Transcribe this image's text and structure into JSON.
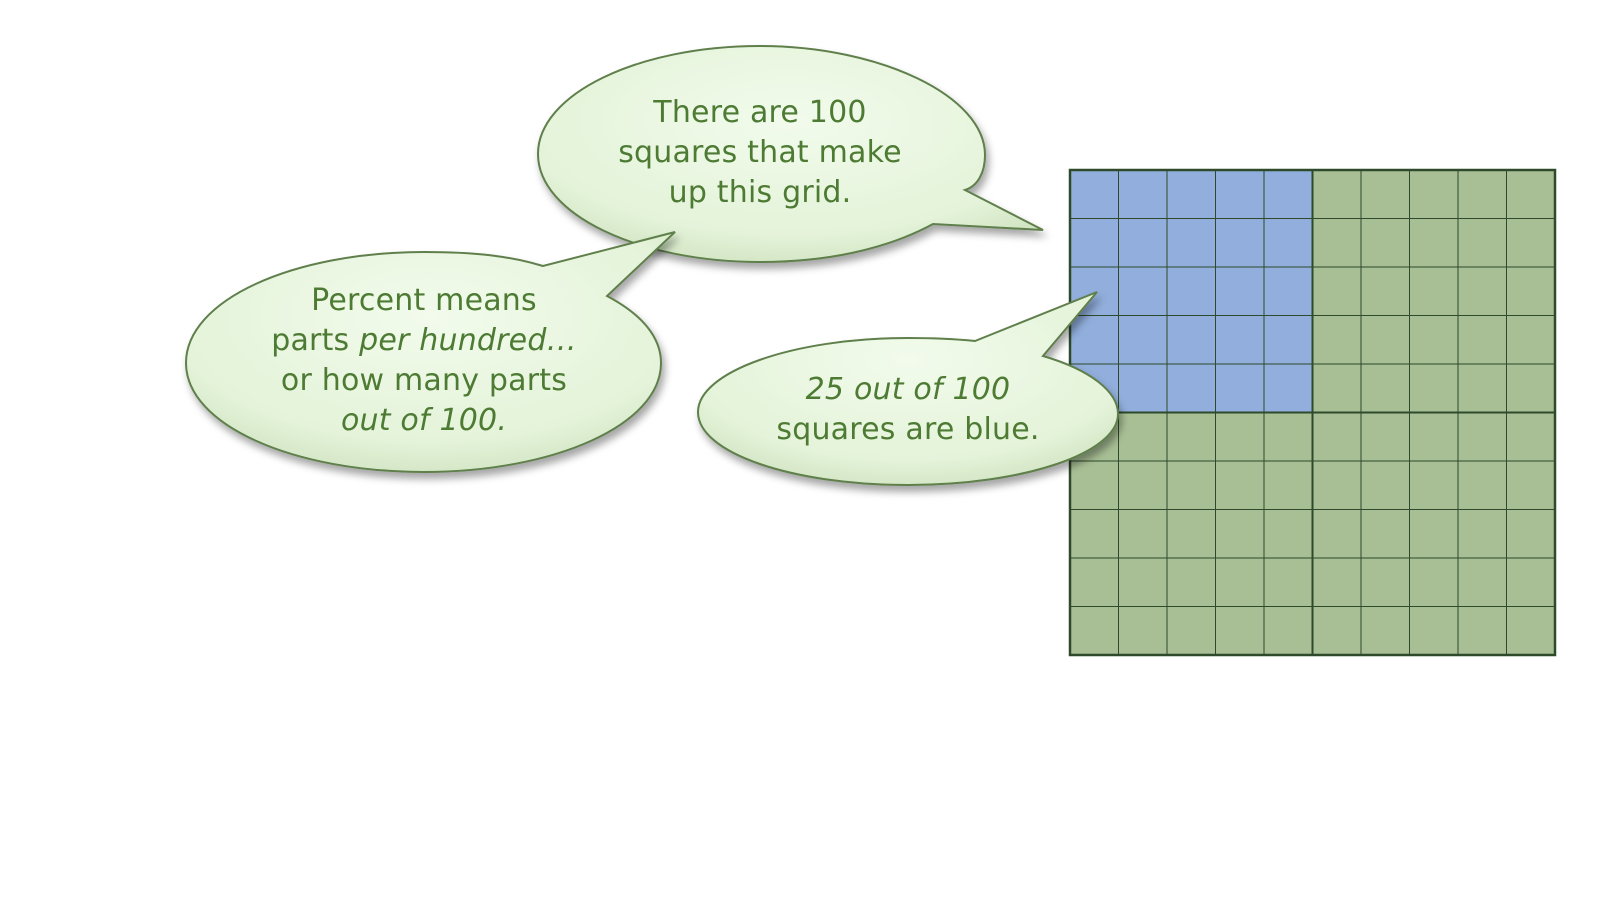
{
  "grid": {
    "rows": 10,
    "cols": 10,
    "highlighted_rows": 5,
    "highlighted_cols": 5,
    "total_squares": 100,
    "highlighted_squares": 25,
    "colors": {
      "highlight": "#91aedc",
      "base": "#a8bf95",
      "line": "#2e4a2a"
    }
  },
  "bubbles": {
    "top": {
      "line1": "There are 100",
      "line2": "squares that make",
      "line3": "up this grid."
    },
    "left": {
      "line1": "Percent means",
      "line2_a": "parts ",
      "line2_b": "per hundred…",
      "line3": "or how many parts",
      "line4": "out of 100."
    },
    "middle": {
      "line1": "25 out of 100",
      "line2": "squares are blue."
    }
  },
  "colors": {
    "bubble_fill": "#e8f5df",
    "bubble_edge": "#5f7f4c",
    "text": "#4e7b34"
  }
}
